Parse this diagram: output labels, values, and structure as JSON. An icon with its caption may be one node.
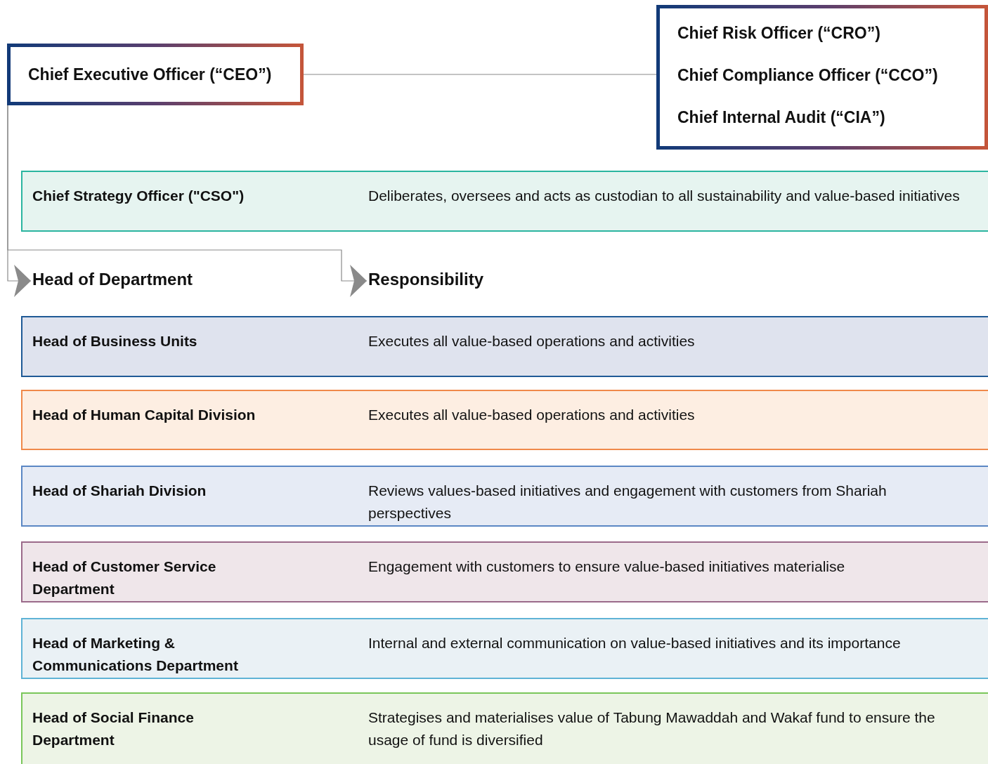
{
  "diagram": {
    "nodes": [
      {
        "text": [
          "Chief Executive Officer (“CEO”)"
        ]
      },
      {
        "text": [
          "Chief Risk Officer (“CRO”)",
          "Chief Compliance Officer (“CCO”)",
          "Chief Internal Audit (“CIA”)"
        ]
      },
      {
        "text": [
          "Chief Strategy Officer (\"CSO\")",
          "Deliberates, oversees and acts as custodian to all sustainability and value-based initiatives"
        ]
      },
      {
        "text": [
          "Head of Department"
        ]
      },
      {
        "text": [
          "Responsibility"
        ]
      },
      {
        "text": [
          "Head of Business Units",
          "Executes all value-based operations and activities"
        ]
      },
      {
        "text": [
          "Head of Human Capital Division",
          "Executes all value-based operations and activities"
        ]
      },
      {
        "text": [
          "Head of Shariah Division",
          "Reviews values-based initiatives and engagement with customers from Shariah perspectives"
        ]
      },
      {
        "text": [
          "Head of Customer Service Department",
          "Engagement with customers to ensure value-based initiatives materialise"
        ]
      },
      {
        "text": [
          "Head of Marketing & Communications Department",
          "Internal and external communication on value-based initiatives and its importance"
        ]
      },
      {
        "text": [
          "Head of Social Finance Department",
          "Strategises and materialises value of Tabung Mawaddah and Wakaf fund to ensure the usage of fund is diversified"
        ]
      }
    ],
    "edges": [
      {
        "from": 0,
        "to": 1,
        "arrow": "none"
      },
      {
        "from": 0,
        "to": 3,
        "arrow": "to"
      },
      {
        "from": 0,
        "to": 4,
        "arrow": "to"
      }
    ]
  }
}
